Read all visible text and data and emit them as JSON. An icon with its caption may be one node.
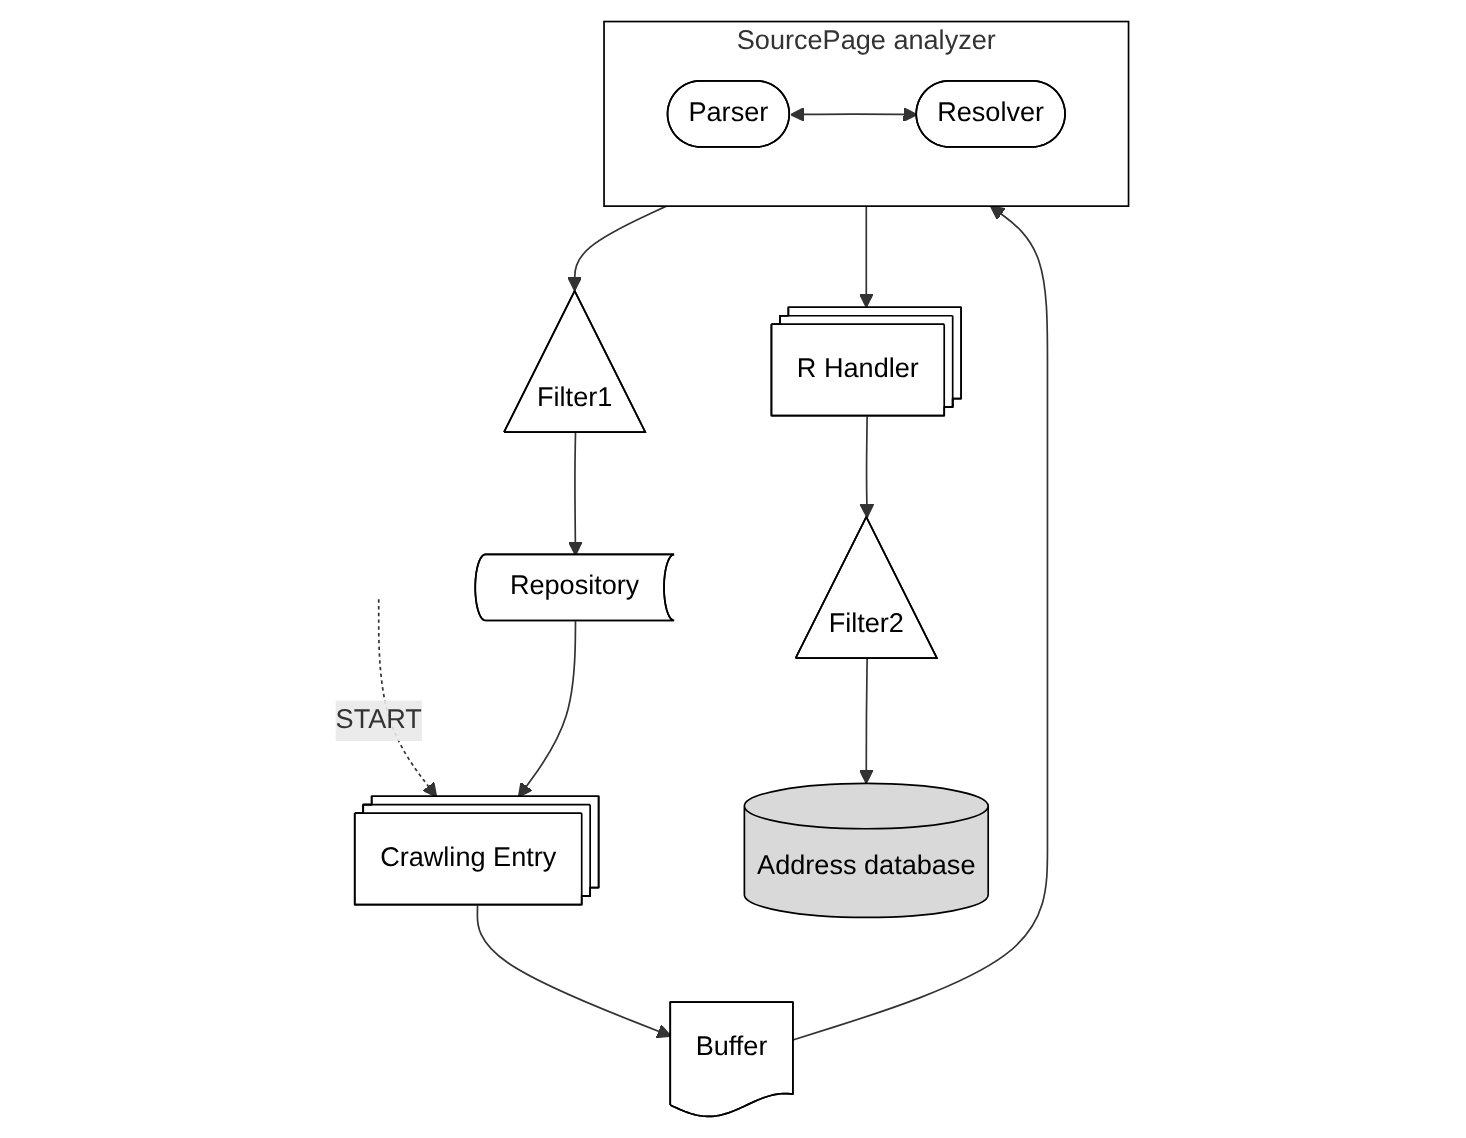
{
  "diagram": {
    "nodes": [
      {
        "text": [
          "Crawling Entry"
        ]
      },
      {
        "text": [
          "Buffer"
        ]
      },
      {
        "text": [
          "SourcePage analyzer"
        ]
      },
      {
        "text": [
          "Resolver"
        ],
        "in": 2
      },
      {
        "text": [
          "Parser"
        ],
        "in": 2
      },
      {
        "text": [
          "Filter1"
        ]
      },
      {
        "text": [
          "Repository"
        ]
      },
      {
        "text": [
          "R Handler"
        ]
      },
      {
        "text": [
          "Filter2"
        ]
      },
      {
        "text": [
          "Address database"
        ]
      }
    ],
    "edges": [
      {
        "from": null,
        "to": 0,
        "arrow": "to",
        "style": "dashed",
        "label": "START"
      },
      {
        "from": 0,
        "to": 1,
        "arrow": "to"
      },
      {
        "from": 1,
        "to": 2,
        "arrow": "to"
      },
      {
        "from": 2,
        "to": 5,
        "arrow": "to"
      },
      {
        "from": 5,
        "to": 6,
        "arrow": "to"
      },
      {
        "from": 6,
        "to": 0,
        "arrow": "to"
      },
      {
        "from": 4,
        "to": 3,
        "arrow": "both"
      },
      {
        "from": 2,
        "to": 7,
        "arrow": "to"
      },
      {
        "from": 7,
        "to": 8,
        "arrow": "to"
      },
      {
        "from": 8,
        "to": 9,
        "arrow": "to"
      }
    ]
  }
}
